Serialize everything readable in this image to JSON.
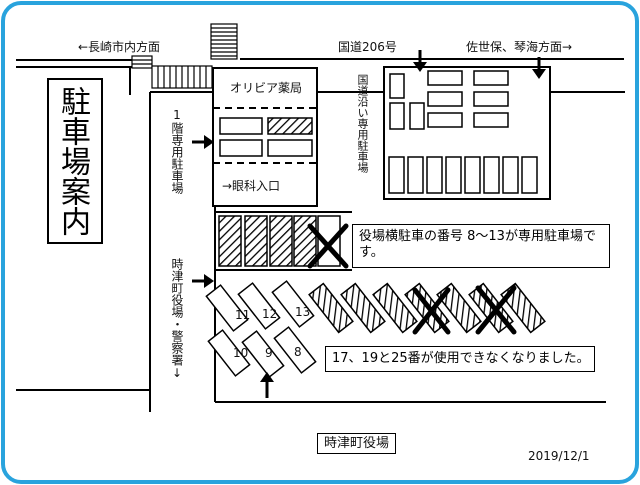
{
  "title": "駐車場案内",
  "roads": {
    "west": "←長崎市内方面",
    "route": "国道206号",
    "east": "佐世保、琴海方面→"
  },
  "pharmacy": "オリビア薬局",
  "eye_clinic": "→眼科入口",
  "floor1_parking": "1階専用駐車場",
  "route_side_parking": "国道沿い専用駐車場",
  "town_office_side": "時津町役場・警察署↓",
  "town_office": "時津町役場",
  "notes": {
    "lot_numbers": "役場横駐車の番号 8〜13が専用駐車場です。",
    "unavailable": "17、19と25番が使用できなくなりました。"
  },
  "stall_numbers": [
    "11",
    "12",
    "13",
    "10",
    "9",
    "8"
  ],
  "date": "2019/12/1",
  "colors": {
    "frame": "#29a3dd",
    "ink": "#000000",
    "hatch": "#000000",
    "road": "#ffffff"
  }
}
